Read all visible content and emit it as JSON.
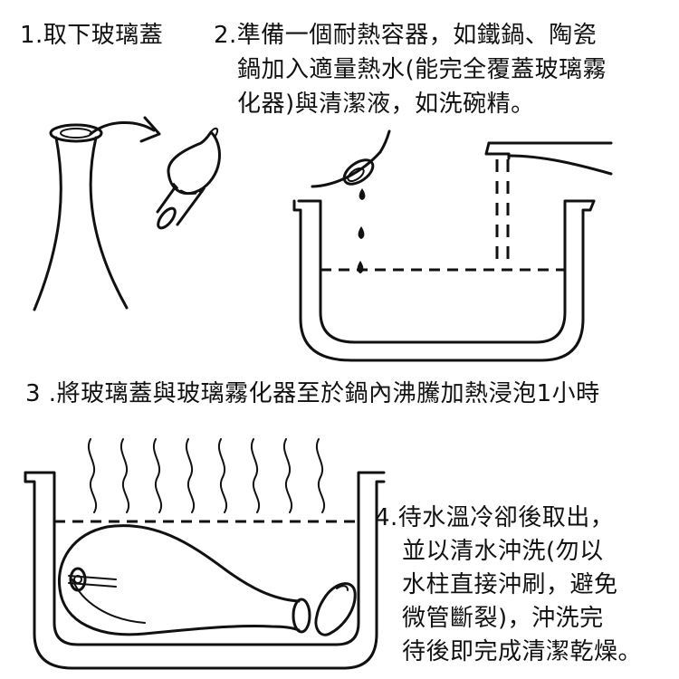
{
  "steps": [
    {
      "lines": [
        "1.取下玻璃蓋"
      ]
    },
    {
      "lines": [
        "2.準備一個耐熱容器，如鐵鍋、陶瓷",
        "鍋加入適量熱水(能完全覆蓋玻璃霧",
        "化器)與清潔液，如洗碗精。"
      ]
    },
    {
      "lines": [
        "3 .將玻璃蓋與玻璃霧化器至於鍋內沸騰加熱浸泡1小時"
      ]
    },
    {
      "lines": [
        "4.待水溫冷卻後取出，",
        "並以清水沖洗(勿以",
        "水柱直接沖刷，避免",
        "微管斷裂)，沖洗完",
        "待後即完成清潔乾燥。"
      ]
    }
  ],
  "colors": {
    "ink": "#111111",
    "background": "#ffffff"
  }
}
